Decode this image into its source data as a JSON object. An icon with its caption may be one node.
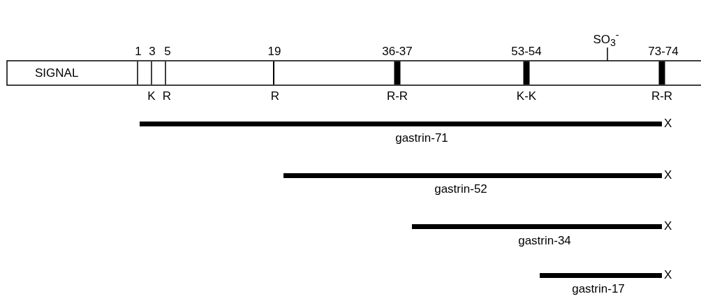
{
  "diagram": {
    "nodes": [
      {
        "text": [
          "SIGNAL"
        ]
      },
      {
        "text": [],
        "shape": "bar",
        "beside": [
          "X",
          "gastrin-71"
        ]
      },
      {
        "text": [],
        "shape": "bar",
        "beside": [
          "X",
          "gastrin-52"
        ]
      },
      {
        "text": [],
        "shape": "bar",
        "beside": [
          "X",
          "gastrin-34"
        ]
      },
      {
        "text": [],
        "shape": "bar",
        "beside": [
          "X",
          "gastrin-17"
        ]
      }
    ],
    "edges": [],
    "labels": [
      "SO$_{3}$$^{-}$",
      "1",
      "3",
      "5",
      "19",
      "36-37",
      "53-54",
      "73-74",
      "K",
      "R",
      "R",
      "R-R",
      "K-K",
      "R-R"
    ]
  }
}
